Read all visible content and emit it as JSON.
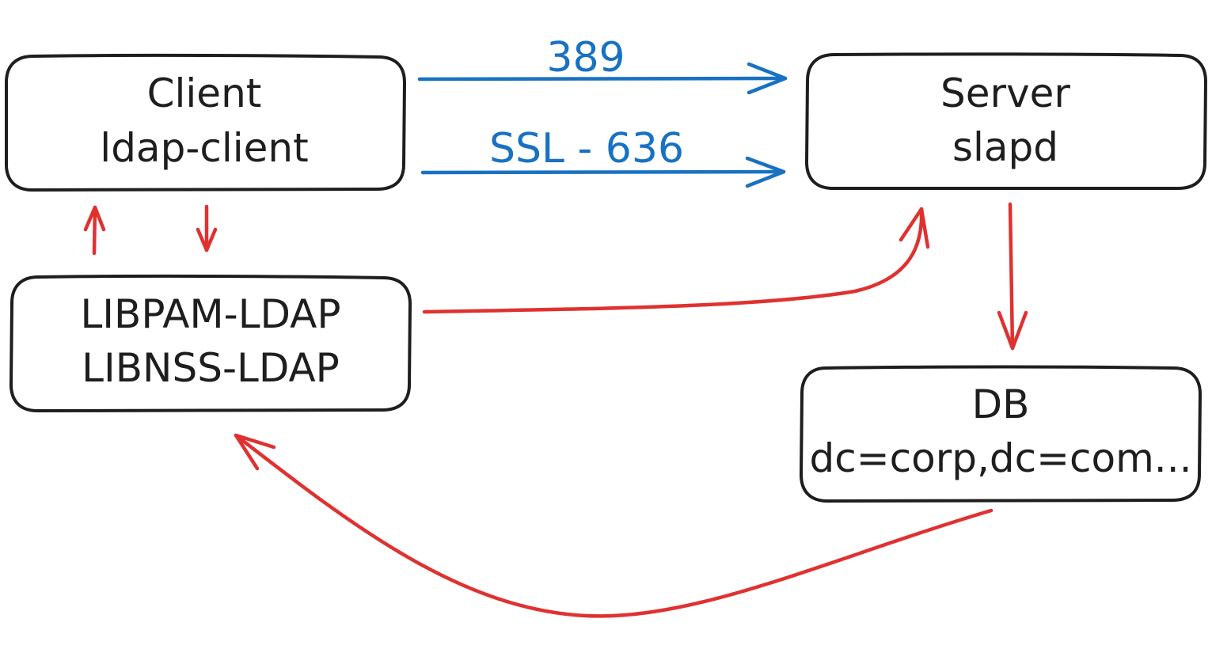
{
  "diagram": {
    "nodes": [
      {
        "id": "client",
        "lines": [
          "Client",
          "ldap-client"
        ]
      },
      {
        "id": "server",
        "lines": [
          "Server",
          "slapd"
        ]
      },
      {
        "id": "libs",
        "lines": [
          "LIBPAM-LDAP",
          "LIBNSS-LDAP"
        ]
      },
      {
        "id": "db",
        "lines": [
          "DB",
          "dc=corp,dc=com..."
        ]
      }
    ],
    "edges": [
      {
        "id": "port-389",
        "from": "client",
        "to": "server",
        "label": "389",
        "color": "#1971c2"
      },
      {
        "id": "port-ssl",
        "from": "client",
        "to": "server",
        "label": "SSL - 636",
        "color": "#1971c2"
      },
      {
        "id": "libs-to-client",
        "from": "libs",
        "to": "client",
        "label": "",
        "color": "#e03131"
      },
      {
        "id": "client-to-libs",
        "from": "client",
        "to": "libs",
        "label": "",
        "color": "#e03131"
      },
      {
        "id": "libs-to-server",
        "from": "libs",
        "to": "server",
        "label": "",
        "color": "#e03131"
      },
      {
        "id": "server-to-db",
        "from": "server",
        "to": "db",
        "label": "",
        "color": "#e03131"
      },
      {
        "id": "db-to-libs",
        "from": "db",
        "to": "libs",
        "label": "",
        "color": "#e03131"
      }
    ]
  }
}
